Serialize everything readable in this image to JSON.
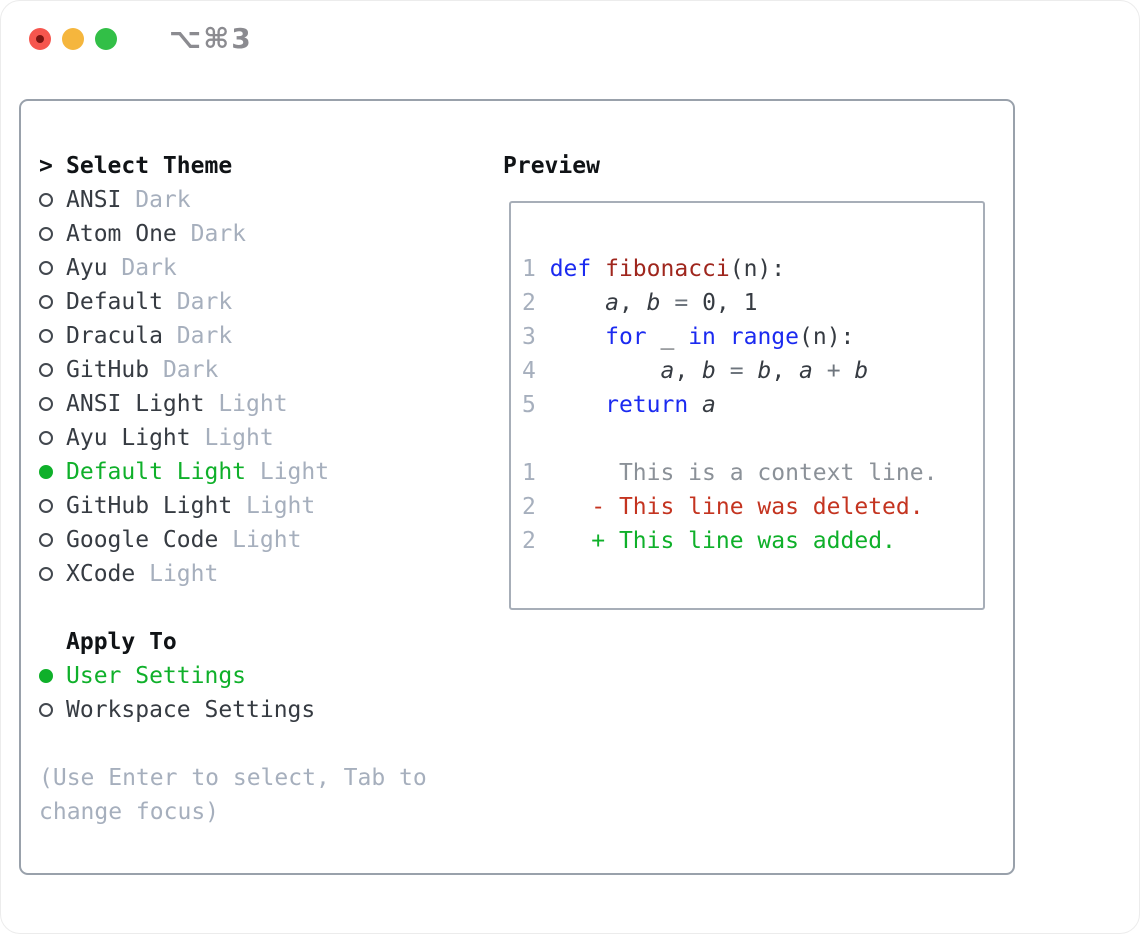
{
  "window": {
    "shortcut": "⌥⌘3",
    "traffic_lights": [
      "close",
      "minimize",
      "zoom"
    ]
  },
  "theme_panel": {
    "header": {
      "prompt": ">",
      "label": "Select Theme"
    },
    "themes": [
      {
        "name": "ANSI",
        "variant": "Dark",
        "selected": false
      },
      {
        "name": "Atom One",
        "variant": "Dark",
        "selected": false
      },
      {
        "name": "Ayu",
        "variant": "Dark",
        "selected": false
      },
      {
        "name": "Default",
        "variant": "Dark",
        "selected": false
      },
      {
        "name": "Dracula",
        "variant": "Dark",
        "selected": false
      },
      {
        "name": "GitHub",
        "variant": "Dark",
        "selected": false
      },
      {
        "name": "ANSI Light",
        "variant": "Light",
        "selected": false
      },
      {
        "name": "Ayu Light",
        "variant": "Light",
        "selected": false
      },
      {
        "name": "Default Light",
        "variant": "Light",
        "selected": true
      },
      {
        "name": "GitHub Light",
        "variant": "Light",
        "selected": false
      },
      {
        "name": "Google Code",
        "variant": "Light",
        "selected": false
      },
      {
        "name": "XCode",
        "variant": "Light",
        "selected": false
      }
    ],
    "apply_to": {
      "label": "Apply To",
      "options": [
        {
          "name": "User Settings",
          "selected": true
        },
        {
          "name": "Workspace Settings",
          "selected": false
        }
      ]
    },
    "hint_lines": [
      "(Use Enter to select, Tab to",
      "change focus)"
    ]
  },
  "preview": {
    "label": "Preview",
    "code_lines": [
      {
        "num": "1",
        "segments": [
          [
            "kw",
            "def"
          ],
          [
            "plain",
            " "
          ],
          [
            "fn",
            "fibonacci"
          ],
          [
            "plain",
            "(n):"
          ]
        ]
      },
      {
        "num": "2",
        "segments": [
          [
            "plain",
            "    "
          ],
          [
            "var",
            "a"
          ],
          [
            "plain",
            ", "
          ],
          [
            "var",
            "b"
          ],
          [
            "op",
            " = "
          ],
          [
            "plain",
            "0, 1"
          ]
        ]
      },
      {
        "num": "3",
        "segments": [
          [
            "plain",
            "    "
          ],
          [
            "kw",
            "for"
          ],
          [
            "plain",
            " _ "
          ],
          [
            "kw",
            "in"
          ],
          [
            "plain",
            " "
          ],
          [
            "kw",
            "range"
          ],
          [
            "plain",
            "(n):"
          ]
        ]
      },
      {
        "num": "4",
        "segments": [
          [
            "plain",
            "        "
          ],
          [
            "var",
            "a"
          ],
          [
            "plain",
            ", "
          ],
          [
            "var",
            "b"
          ],
          [
            "op",
            " = "
          ],
          [
            "var",
            "b"
          ],
          [
            "plain",
            ", "
          ],
          [
            "var",
            "a"
          ],
          [
            "op",
            " + "
          ],
          [
            "var",
            "b"
          ]
        ]
      },
      {
        "num": "5",
        "segments": [
          [
            "plain",
            "    "
          ],
          [
            "kw",
            "return"
          ],
          [
            "plain",
            " "
          ],
          [
            "var",
            "a"
          ]
        ]
      },
      {
        "num": "",
        "segments": []
      },
      {
        "num": "1",
        "segments": [
          [
            "ctx",
            "     This is a context line."
          ]
        ]
      },
      {
        "num": "2",
        "segments": [
          [
            "del",
            "   - This line was deleted."
          ]
        ]
      },
      {
        "num": "2",
        "segments": [
          [
            "add",
            "   + This line was added."
          ]
        ]
      }
    ]
  },
  "colors": {
    "accent_green": "#0fb02a",
    "kw_blue": "#1b2af0",
    "fn_red": "#9f261d",
    "op_gray": "#6e757d",
    "del_red": "#c43420",
    "ctx_gray": "#8b9198",
    "muted": "#a6afbd",
    "item": "#363b42",
    "header": "#101316",
    "radio": "#43484f",
    "panel_border": "#99a1ab",
    "preview_border": "#a7aeb8",
    "traffic_red": "#f6564e",
    "traffic_red_dot": "#7c1512",
    "traffic_yellow": "#f5b63d",
    "traffic_green": "#32bf47",
    "shortcut": "#8b8b90"
  }
}
